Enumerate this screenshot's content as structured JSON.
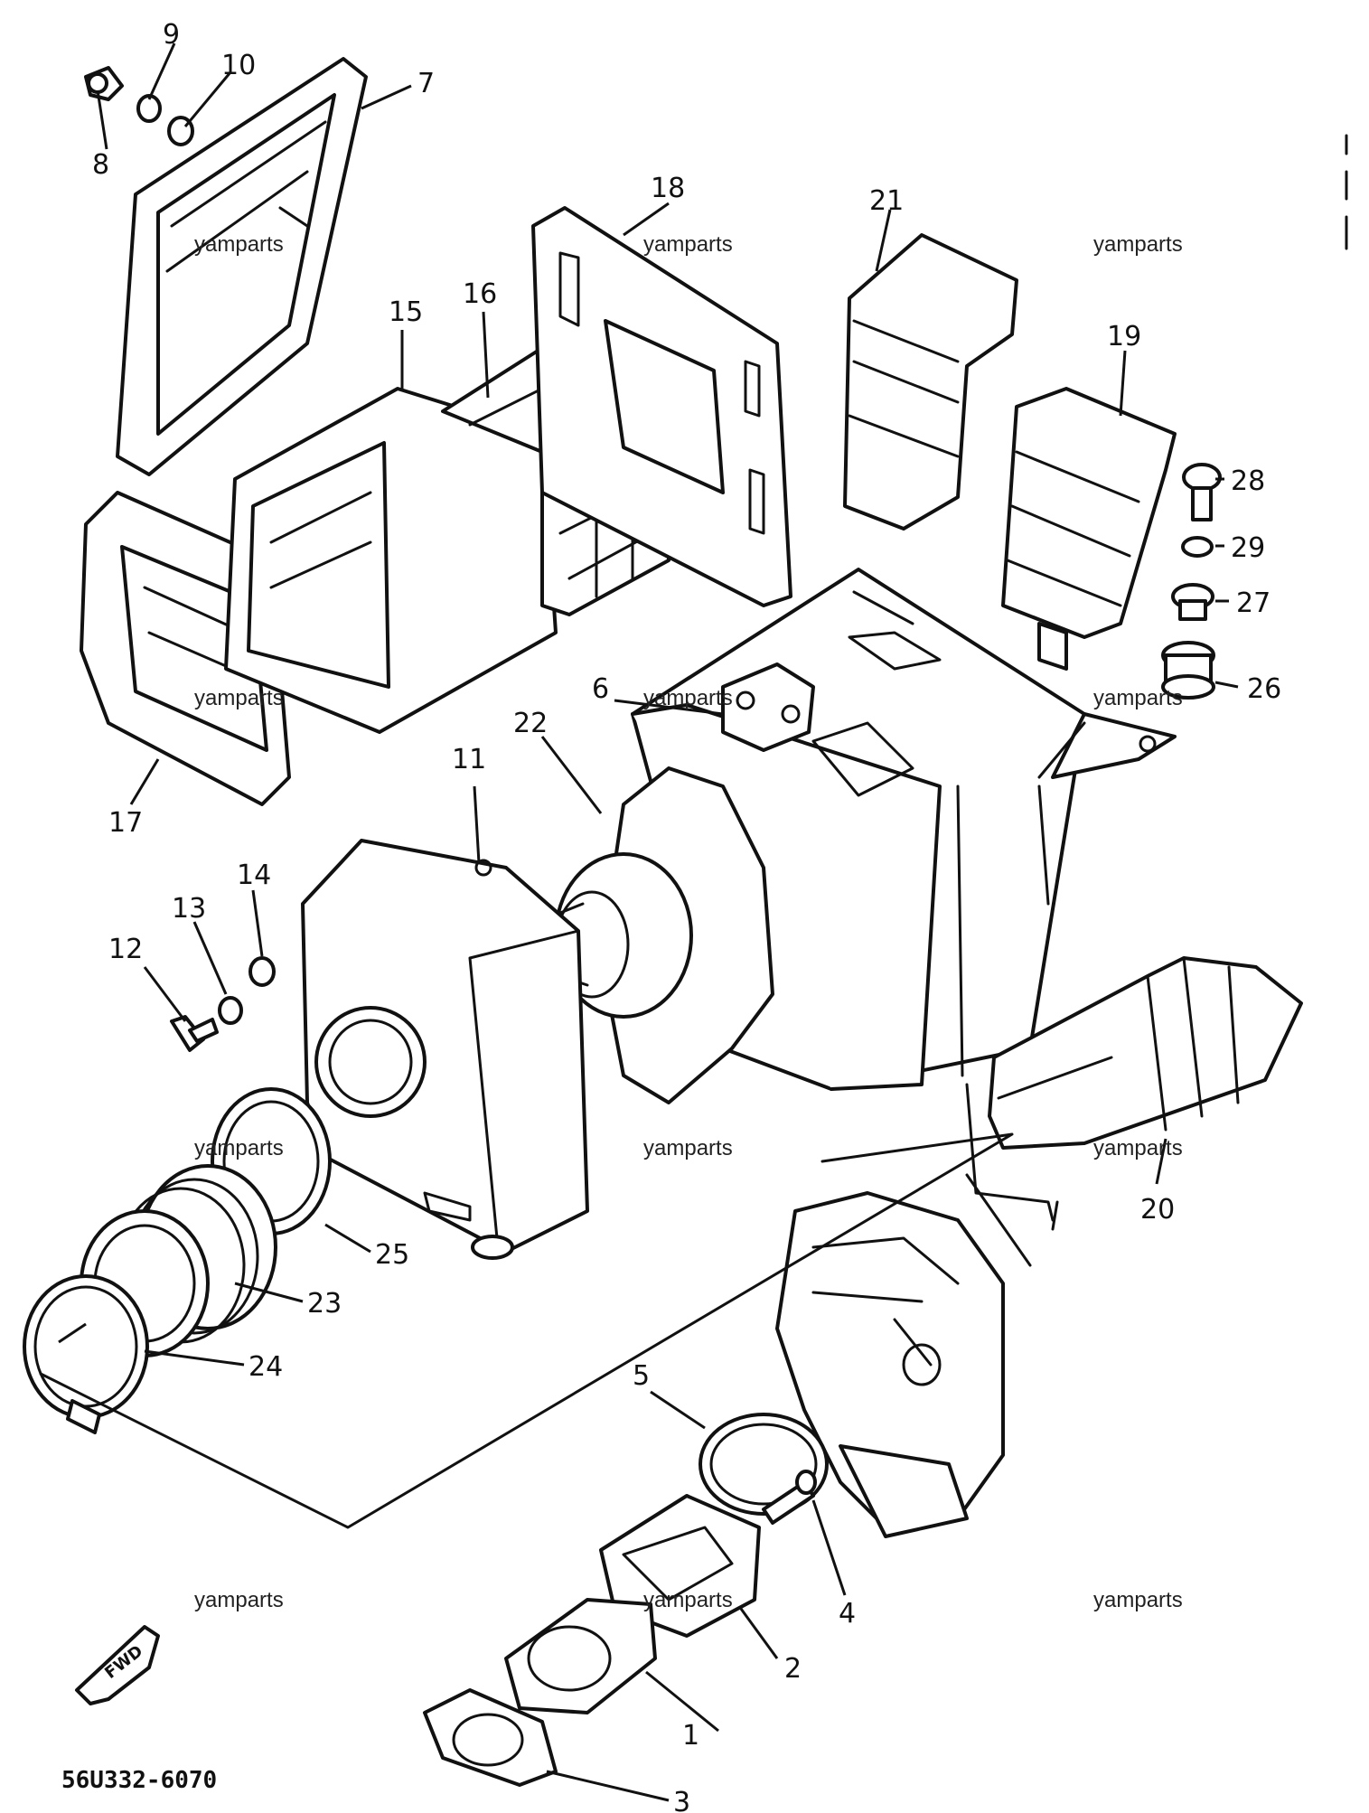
{
  "diagram_code": "56U332-6070",
  "front_arrow_label": "FWD",
  "watermark": "yamparts",
  "callouts": [
    "1",
    "2",
    "3",
    "4",
    "5",
    "6",
    "7",
    "8",
    "9",
    "10",
    "11",
    "12",
    "13",
    "14",
    "15",
    "16",
    "17",
    "18",
    "19",
    "20",
    "21",
    "22",
    "23",
    "24",
    "25",
    "26",
    "27",
    "28",
    "29"
  ],
  "colors": {
    "ink": "#111111",
    "paper": "#ffffff"
  }
}
